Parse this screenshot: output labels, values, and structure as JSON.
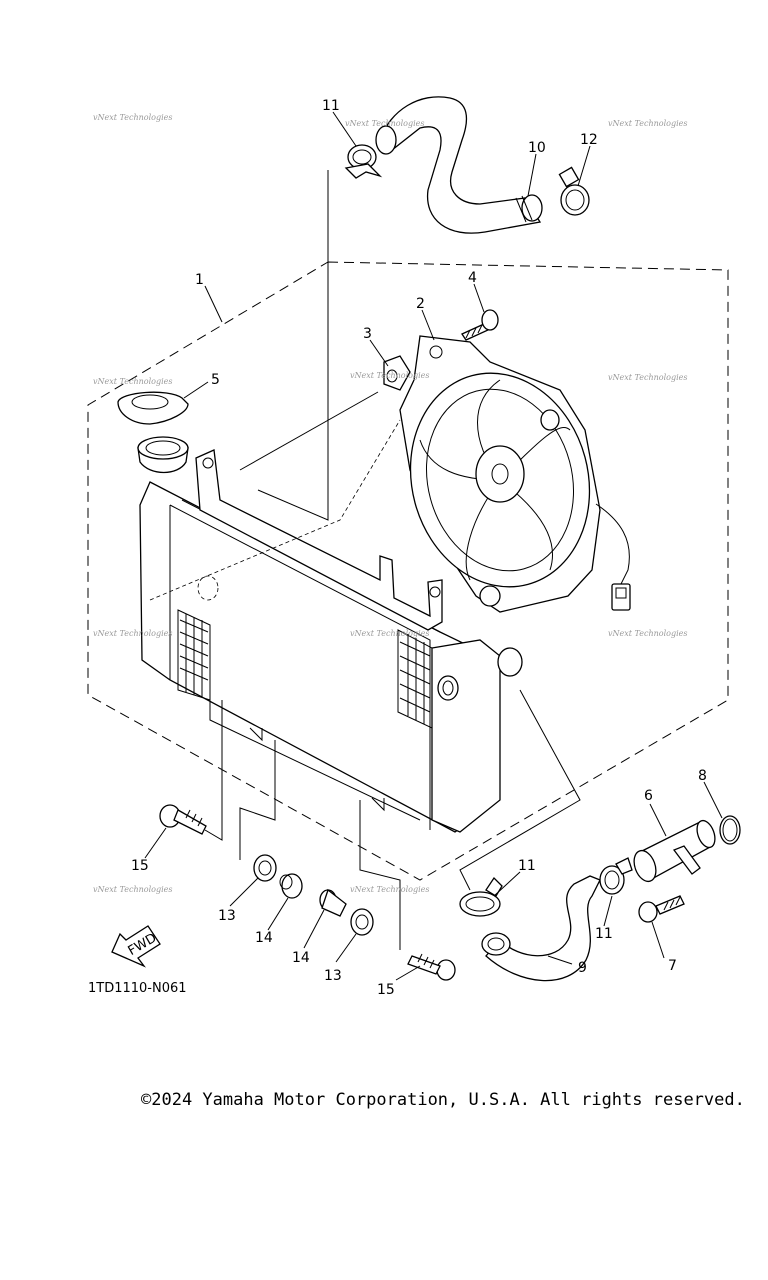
{
  "diagram": {
    "drawing_code": "1TD1110-N061",
    "fwd_label": "FWD",
    "watermark": "vNext Technologies",
    "callouts": [
      {
        "id": "c1",
        "label": "1"
      },
      {
        "id": "c2",
        "label": "2"
      },
      {
        "id": "c3",
        "label": "3"
      },
      {
        "id": "c4",
        "label": "4"
      },
      {
        "id": "c5",
        "label": "5"
      },
      {
        "id": "c6",
        "label": "6"
      },
      {
        "id": "c7",
        "label": "7"
      },
      {
        "id": "c8",
        "label": "8"
      },
      {
        "id": "c9",
        "label": "9"
      },
      {
        "id": "c10",
        "label": "10"
      },
      {
        "id": "c11a",
        "label": "11"
      },
      {
        "id": "c11b",
        "label": "11"
      },
      {
        "id": "c11c",
        "label": "11"
      },
      {
        "id": "c12",
        "label": "12"
      },
      {
        "id": "c13a",
        "label": "13"
      },
      {
        "id": "c13b",
        "label": "13"
      },
      {
        "id": "c14a",
        "label": "14"
      },
      {
        "id": "c14b",
        "label": "14"
      },
      {
        "id": "c15a",
        "label": "15"
      },
      {
        "id": "c15b",
        "label": "15"
      }
    ]
  },
  "footer": {
    "copyright": "©2024 Yamaha Motor Corporation, U.S.A. All rights reserved."
  }
}
